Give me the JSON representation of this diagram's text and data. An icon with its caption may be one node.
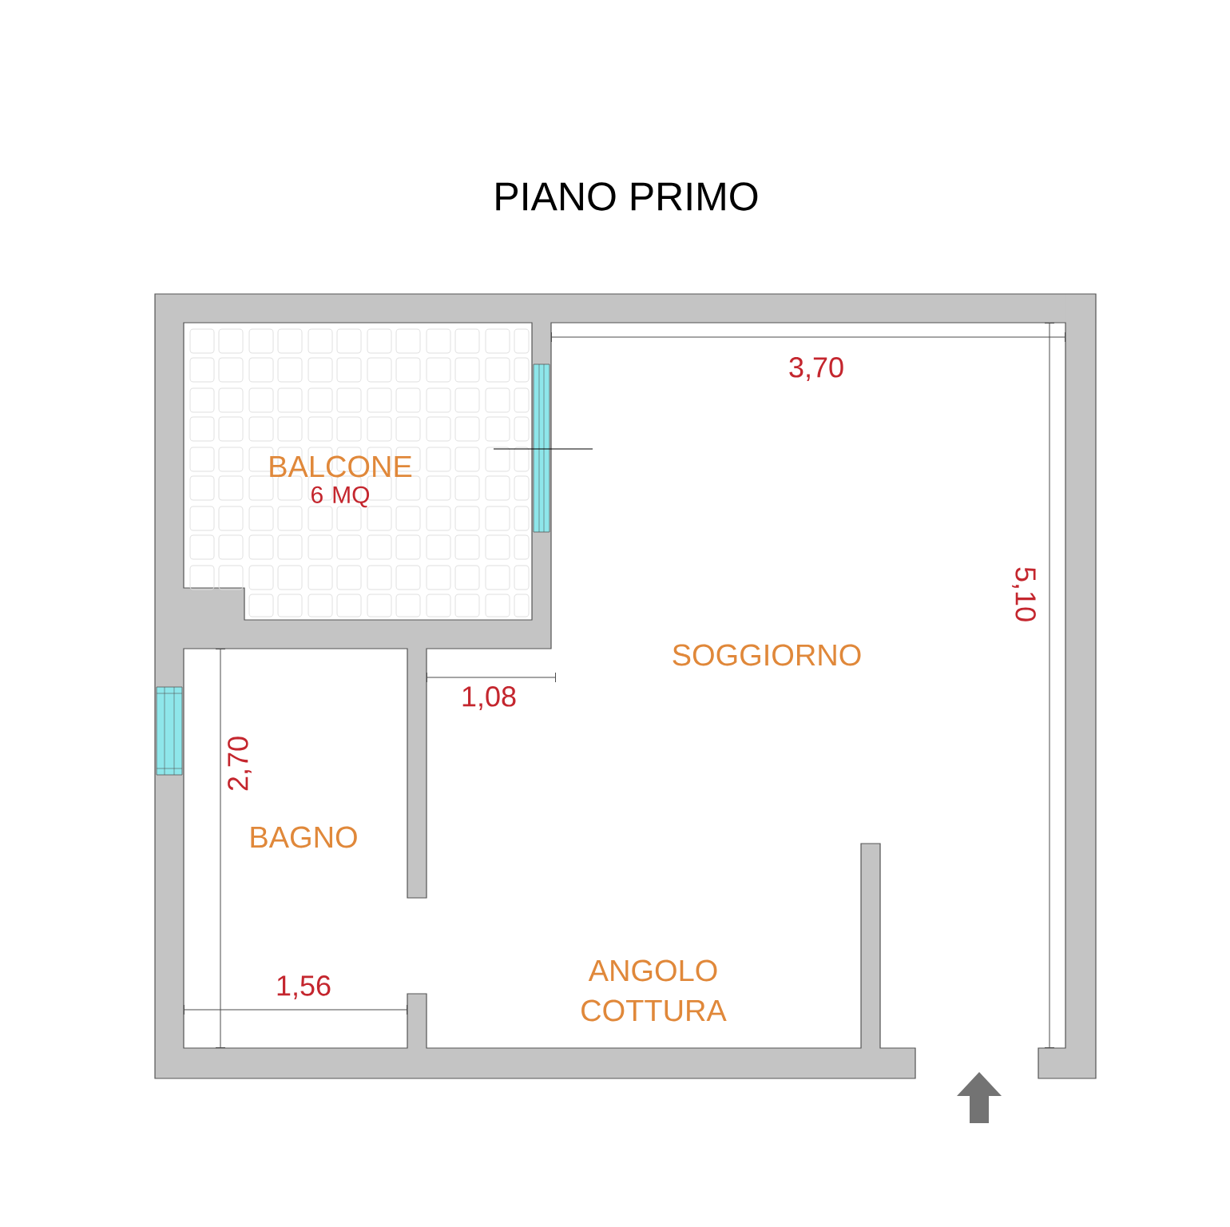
{
  "diagram": {
    "title": "PIANO PRIMO",
    "labels": [
      "BALCONE",
      "6 MQ",
      "3,70",
      "5,10",
      "SOGGIORNO",
      "1,08",
      "2,70",
      "BAGNO",
      "1,56",
      "ANGOLO COTTURA"
    ]
  }
}
